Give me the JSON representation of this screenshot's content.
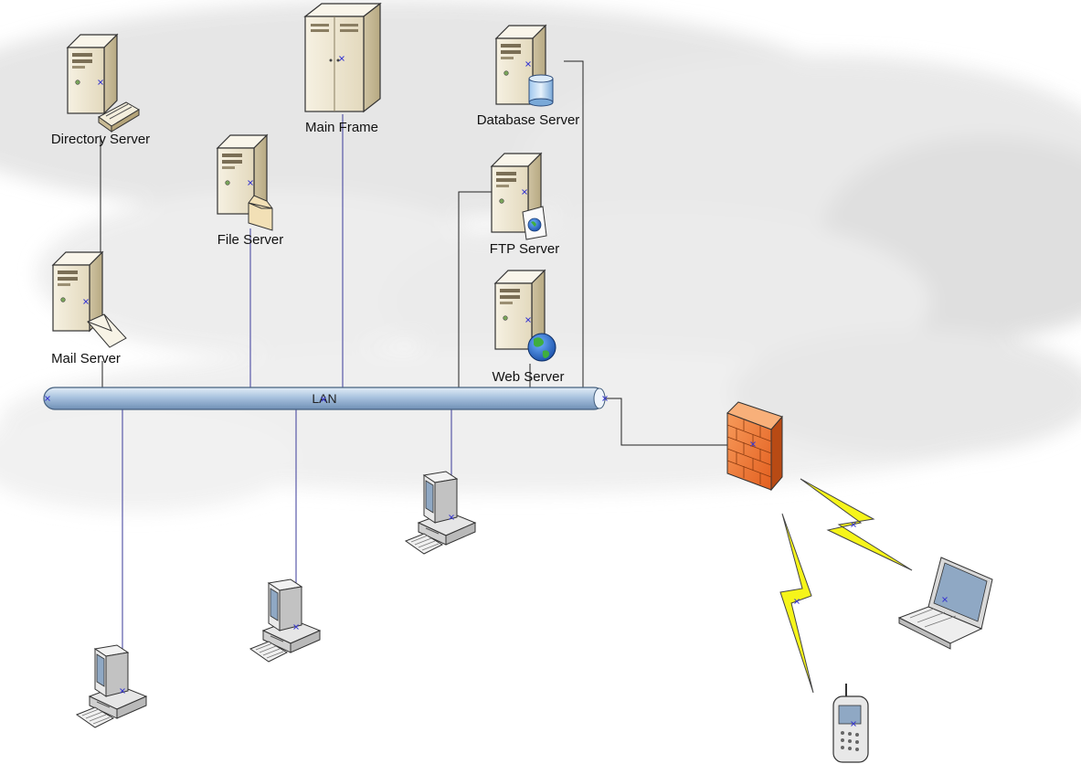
{
  "diagram": {
    "bus_label": "LAN",
    "nodes": {
      "directory_server": "Directory Server",
      "main_frame": "Main Frame",
      "database_server": "Database Server",
      "file_server": "File Server",
      "ftp_server": "FTP Server",
      "mail_server": "Mail Server",
      "web_server": "Web Server",
      "firewall": "",
      "laptop": "",
      "mobile_phone": "",
      "workstations": [
        "",
        "",
        ""
      ]
    },
    "icons": [
      "server-icon",
      "mainframe-icon",
      "database-icon",
      "folder-icon",
      "envelope-icon",
      "globe-icon",
      "firewall-icon",
      "laptop-icon",
      "mobile-phone-icon",
      "desktop-computer-icon",
      "lightning-bolt-icon"
    ],
    "colors": {
      "bus": "#9db9d8",
      "server": "#e8e0c8",
      "firewall": "#f07a36",
      "lightning": "#f6f51a",
      "link": "#3a3a9a"
    }
  }
}
